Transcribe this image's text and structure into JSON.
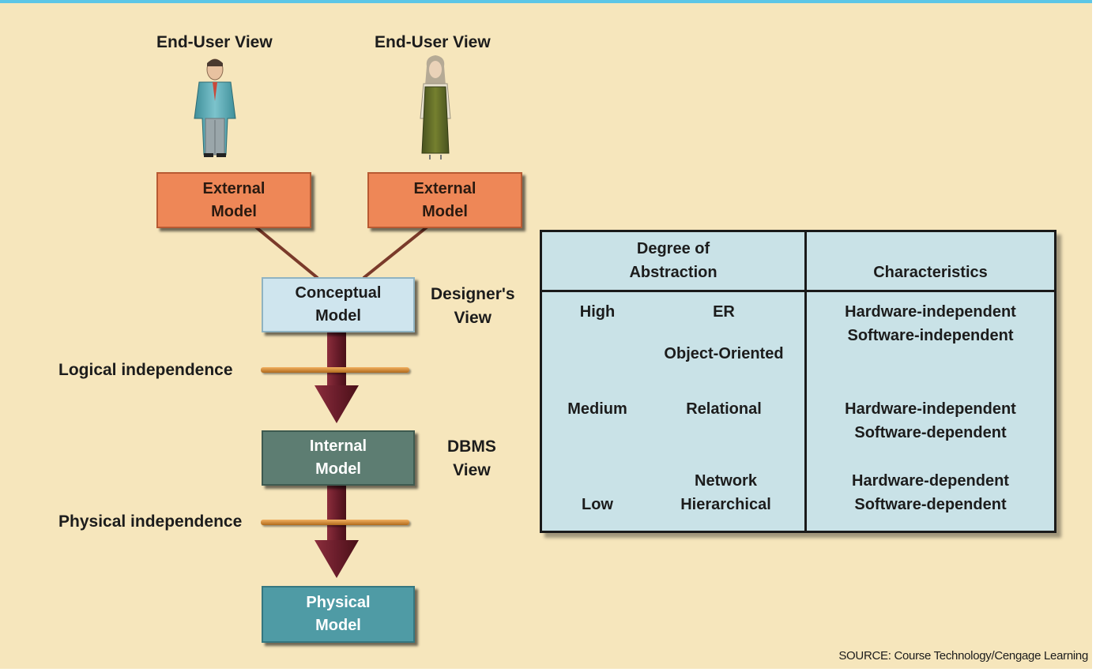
{
  "views": {
    "end_user_left": "End-User View",
    "end_user_right": "End-User View",
    "designer": [
      "Designer's",
      "View"
    ],
    "dbms": [
      "DBMS",
      "View"
    ]
  },
  "models": {
    "external_left": [
      "External",
      "Model"
    ],
    "external_right": [
      "External",
      "Model"
    ],
    "conceptual": [
      "Conceptual",
      "Model"
    ],
    "internal": [
      "Internal",
      "Model"
    ],
    "physical": [
      "Physical",
      "Model"
    ]
  },
  "independence": {
    "logical": "Logical independence",
    "physical": "Physical independence"
  },
  "table": {
    "header_abstraction": [
      "Degree of",
      "Abstraction"
    ],
    "header_characteristics": "Characteristics",
    "levels": {
      "high": "High",
      "medium": "Medium",
      "low": "Low"
    },
    "models": {
      "er": "ER",
      "object_oriented": "Object-Oriented",
      "relational": "Relational",
      "network": "Network",
      "hierarchical": "Hierarchical"
    },
    "characteristics": {
      "high": [
        "Hardware-independent",
        "Software-independent"
      ],
      "medium": [
        "Hardware-independent",
        "Software-dependent"
      ],
      "low": [
        "Hardware-dependent",
        "Software-dependent"
      ]
    }
  },
  "source": "SOURCE: Course Technology/Cengage Learning",
  "colors": {
    "background": "#f6e6bc",
    "external": "#ee8757",
    "conceptual": "#cfe5ee",
    "internal": "#5d7d72",
    "physical": "#4f9ba5",
    "arrow": "#6a1d2b",
    "panel": "#c9e2e7"
  }
}
